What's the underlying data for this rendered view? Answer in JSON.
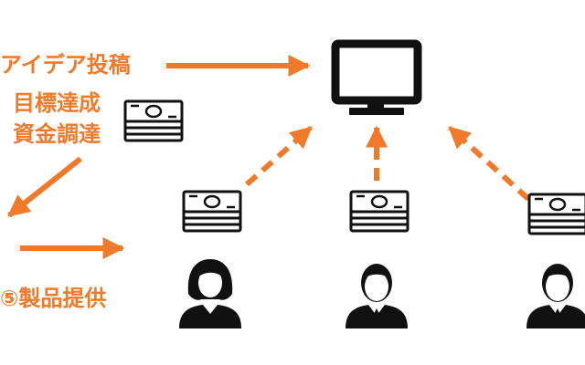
{
  "labels": {
    "idea_post": "アイデア投稿",
    "goal_reached": "目標達成",
    "fundraising": "資金調達",
    "product_delivery": "⑤製品提供"
  },
  "colors": {
    "accent": "#f07a2a",
    "ink": "#111111"
  },
  "icons": {
    "platform": "monitor-icon",
    "money": "cash-stack-icon",
    "backer_female": "woman-icon",
    "backer_male": "man-icon"
  }
}
